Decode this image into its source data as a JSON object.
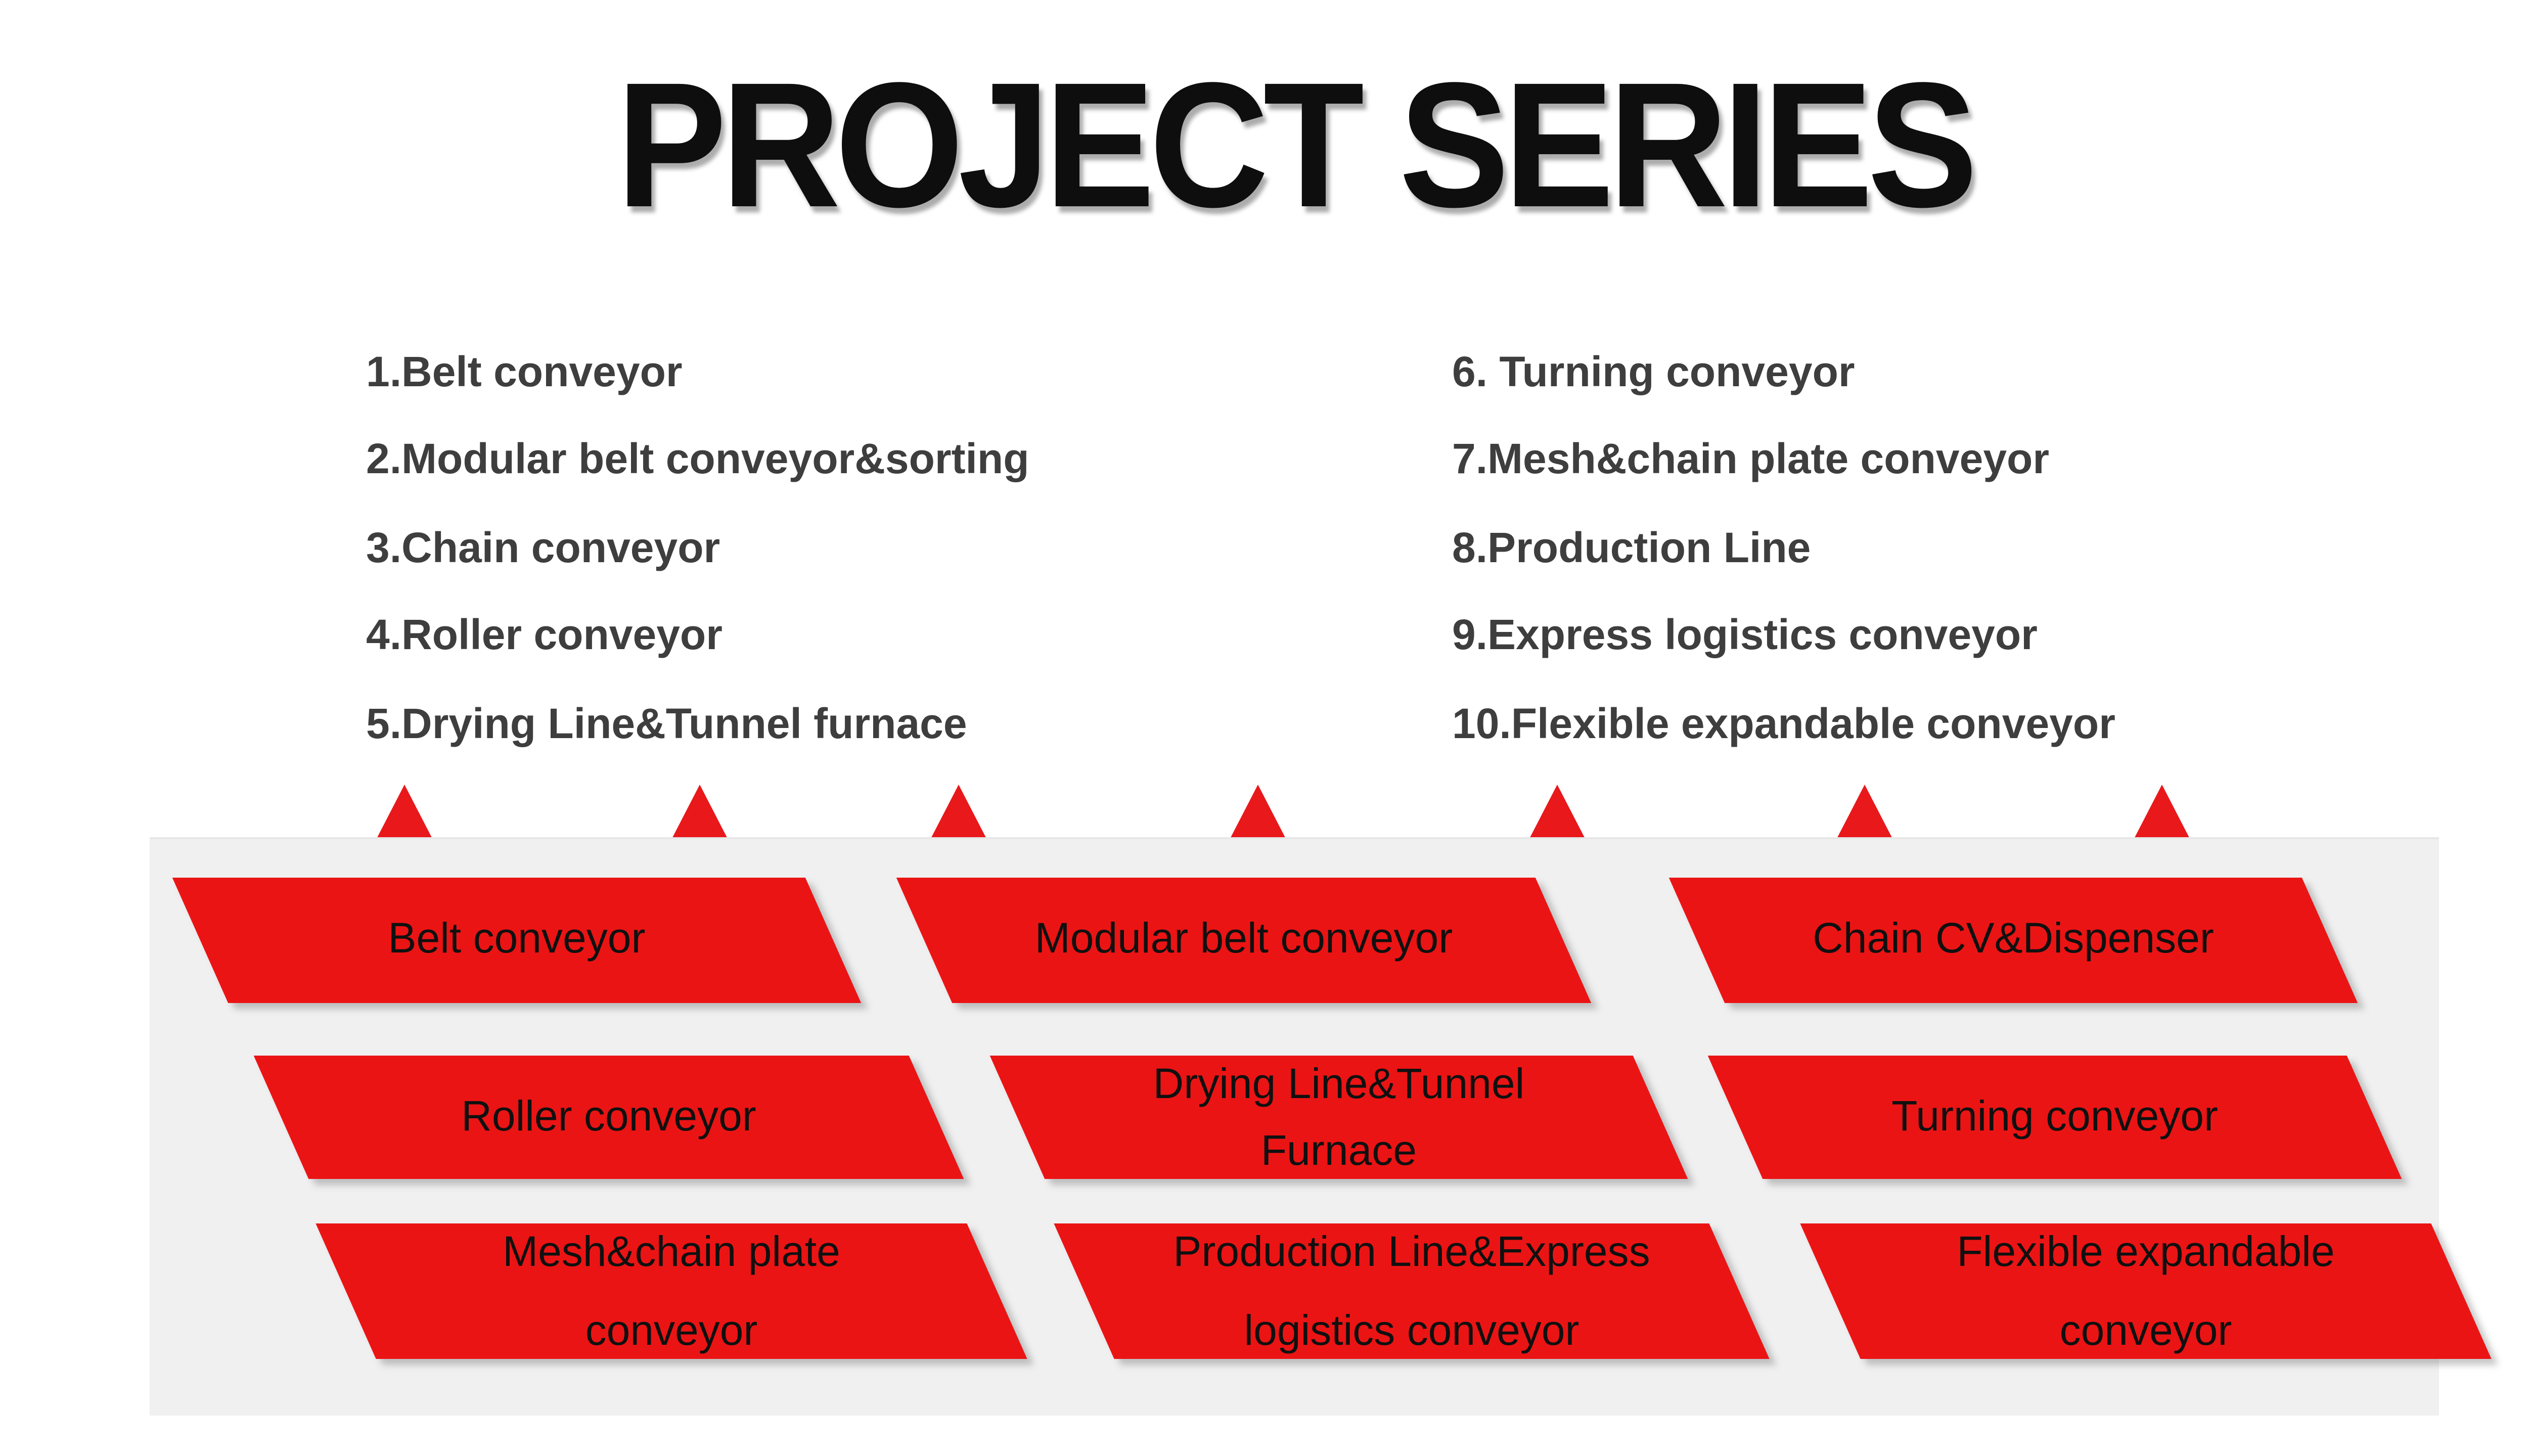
{
  "title": "PROJECT SERIES",
  "list": {
    "left": [
      "1.Belt conveyor",
      "2.Modular belt conveyor&sorting",
      "3.Chain conveyor",
      "4.Roller conveyor",
      "5.Drying Line&Tunnel furnace"
    ],
    "right": [
      "6. Turning conveyor",
      "7.Mesh&chain plate conveyor",
      "8.Production Line",
      "9.Express logistics conveyor",
      "10.Flexible expandable conveyor"
    ]
  },
  "panel": {
    "marker_icon": "red-triangle-up",
    "marker_count": 7,
    "shapes": [
      {
        "id": "belt-conveyor",
        "lines": [
          "Belt conveyor"
        ]
      },
      {
        "id": "modular-belt-conveyor",
        "lines": [
          "Modular belt conveyor"
        ]
      },
      {
        "id": "chain-cv-dispenser",
        "lines": [
          "Chain CV&Dispenser"
        ]
      },
      {
        "id": "roller-conveyor",
        "lines": [
          "Roller conveyor"
        ]
      },
      {
        "id": "drying-line-tunnel-furnace",
        "lines": [
          "Drying Line&Tunnel",
          "Furnace"
        ]
      },
      {
        "id": "turning-conveyor",
        "lines": [
          "Turning conveyor"
        ]
      },
      {
        "id": "mesh-chain-plate-conveyor",
        "lines": [
          "Mesh&chain plate",
          "conveyor"
        ]
      },
      {
        "id": "production-line-express",
        "lines": [
          "Production Line&Express",
          "logistics conveyor"
        ]
      },
      {
        "id": "flexible-expandable-conveyor",
        "lines": [
          "Flexible expandable",
          "conveyor"
        ]
      }
    ]
  },
  "colors": {
    "shape_red": "#eb1414",
    "triangle_red": "#e8181b",
    "panel_gray": "#f0f0f1",
    "list_text": "#3e3e3e",
    "title_text": "#0e0e0e",
    "shape_text": "#101010"
  }
}
